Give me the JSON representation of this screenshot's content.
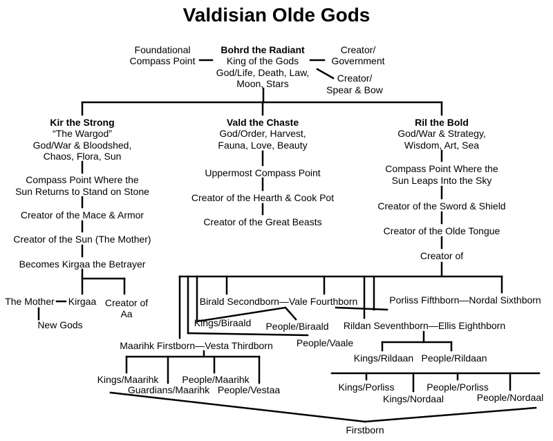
{
  "title": "Valdisian Olde Gods",
  "colors": {
    "line": "#000000",
    "text": "#000000",
    "background": "#ffffff"
  },
  "bohrd": {
    "name": "Bohrd the Radiant",
    "line1": "King of the Gods",
    "line2": "God/Life, Death, Law,",
    "line3": "Moon, Stars",
    "left_1": "Foundational",
    "left_2": "Compass Point",
    "right_top_1": "Creator/",
    "right_top_2": "Government",
    "right_bottom_1": "Creator/",
    "right_bottom_2": "Spear & Bow"
  },
  "kir": {
    "name": "Kir the Strong",
    "epithet": "“The Wargod”",
    "domain_1": "God/War & Bloodshed,",
    "domain_2": "Chaos, Flora, Sun",
    "compass_1": "Compass Point Where the",
    "compass_2": "Sun Returns to Stand on Stone",
    "creator_mace": "Creator of the Mace & Armor",
    "creator_sun": "Creator of the Sun (The Mother)",
    "becomes": "Becomes Kirgaa the Betrayer",
    "mother": "The Mother",
    "kirgaa": "Kirgaa",
    "creator_aa_1": "Creator of",
    "creator_aa_2": "Aa",
    "new_gods": "New Gods"
  },
  "vald": {
    "name": "Vald the Chaste",
    "domain_1": "God/Order, Harvest,",
    "domain_2": "Fauna, Love, Beauty",
    "compass": "Uppermost Compass Point",
    "hearth": "Creator of the Hearth & Cook Pot",
    "beasts": "Creator of the Great Beasts"
  },
  "ril": {
    "name": "Ril the Bold",
    "domain_1": "God/War & Strategy,",
    "domain_2": "Wisdom, Art, Sea",
    "compass_1": "Compass Point Where the",
    "compass_2": "Sun Leaps Into the Sky",
    "sword": "Creator of the Sword & Shield",
    "tongue": "Creator of the Olde Tongue",
    "creator_of": "Creator of"
  },
  "children": {
    "birald_vale": "Birald Secondborn—Vale Fourthborn",
    "kings_biraald": "Kings/Biraald",
    "people_biraald": "People/Biraald",
    "people_vaale": "People/Vaale",
    "porliss_nordal": "Porliss Fifthborn—Nordal Sixthborn",
    "rildan_ellis": "Rildan Seventhborn—Ellis Eighthborn",
    "kings_rildaan": "Kings/Rildaan",
    "people_rildaan": "People/Rildaan",
    "kings_porliss": "Kings/Porliss",
    "people_porliss": "People/Porliss",
    "kings_nordaal": "Kings/Nordaal",
    "people_nordaal": "People/Nordaal",
    "maarihk_vesta": "Maarihk Firstborn—Vesta Thirdborn",
    "kings_maarihk": "Kings/Maarihk",
    "people_maarihk": "People/Maarihk",
    "guardians_maarihk": "Guardians/Maarihk",
    "people_vestaa": "People/Vestaa",
    "firstborn": "Firstborn"
  }
}
